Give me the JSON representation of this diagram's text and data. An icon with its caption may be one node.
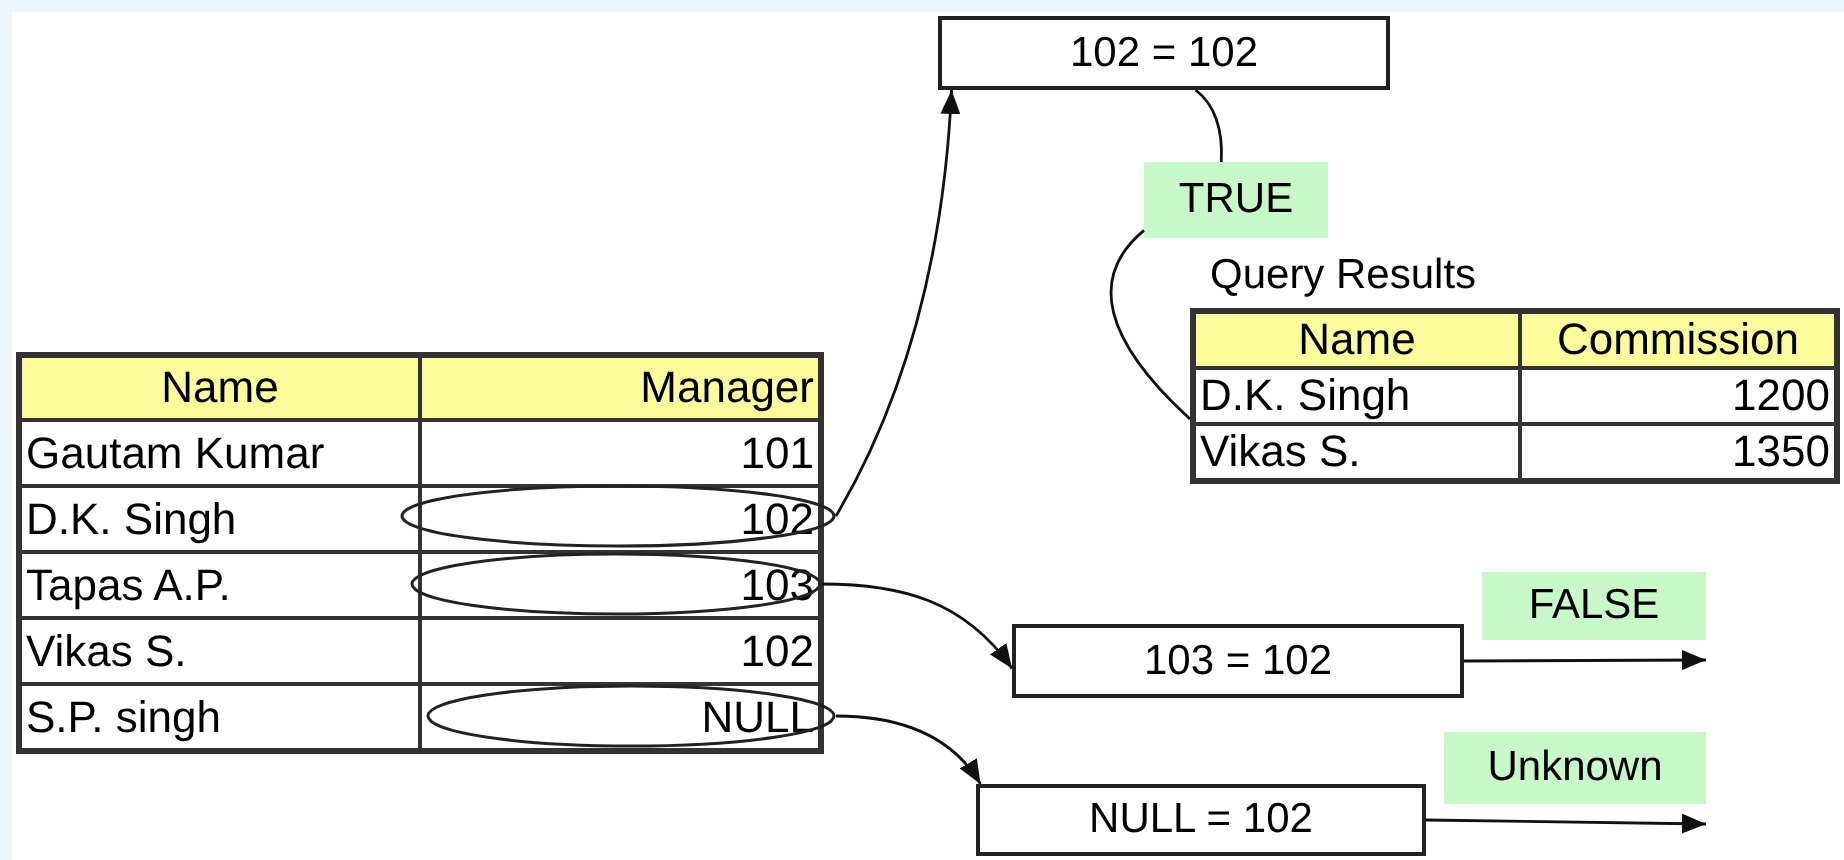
{
  "diagram": {
    "nodes": [
      {
        "text": [
          "102 = 102"
        ]
      },
      {
        "text": [
          "TRUE"
        ]
      },
      {
        "text": [
          "Query Results"
        ]
      },
      {
        "text": [],
        "shape": "ellipse"
      },
      {
        "text": [],
        "shape": "ellipse"
      },
      {
        "text": [],
        "shape": "ellipse"
      },
      {
        "text": [
          "103 = 102"
        ]
      },
      {
        "text": [
          "NULL = 102"
        ]
      }
    ],
    "edges": [
      {
        "from": 3,
        "to": 0,
        "arrow": "to"
      },
      {
        "from": 0,
        "to": 1,
        "arrow": "none"
      },
      {
        "from": 1,
        "to": 2,
        "arrow": "none"
      },
      {
        "from": 4,
        "to": 6,
        "arrow": "to"
      },
      {
        "from": 5,
        "to": 7,
        "arrow": "to"
      },
      {
        "from": 6,
        "to": null,
        "arrow": "to",
        "label": "FALSE"
      },
      {
        "from": 7,
        "to": null,
        "arrow": "to",
        "label": "Unknown"
      }
    ],
    "labels": [
      "Name",
      "Manager",
      "Gautam Kumar",
      "101",
      "D.K. Singh",
      "102",
      "Tapas A.P.",
      "103",
      "Vikas S.",
      "102",
      "S.P. singh",
      "NULL",
      "Name",
      "Commission",
      "D.K. Singh",
      "1200",
      "Vikas S.",
      "1350"
    ]
  }
}
